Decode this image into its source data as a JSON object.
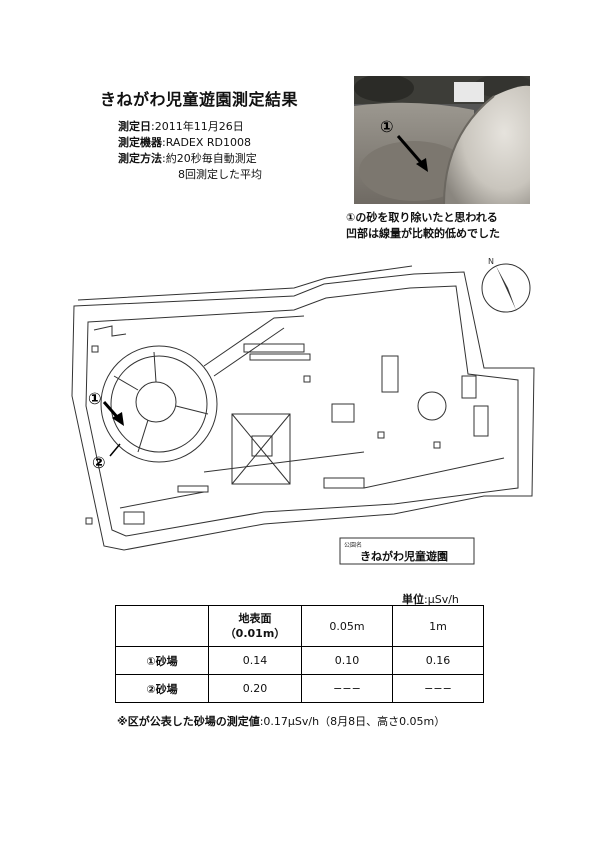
{
  "title": "きねがわ児童遊園測定結果",
  "info": {
    "date_label": "測定日",
    "date_value": "2011年11月26日",
    "device_label": "測定機器",
    "device_value": "RADEX RD1008",
    "method_label": "測定方法",
    "method_value": "約20秒毎自動測定",
    "method_value_2": "8回測定した平均"
  },
  "photo": {
    "marker": "①"
  },
  "caption": {
    "line1": "①の砂を取り除いたと思われる",
    "line2": "凹部は線量が比較的低めでした"
  },
  "map": {
    "park_name_label": "公園名",
    "park_name": "きねがわ児童遊園",
    "marker1": "①",
    "marker2": "②",
    "north": "N"
  },
  "unit": {
    "label": "単位",
    "value": "μSv/h"
  },
  "table": {
    "headers": [
      "",
      "地表面\n（0.01m）",
      "0.05m",
      "1m"
    ],
    "rows": [
      {
        "label": "①砂場",
        "values": [
          "0.14",
          "0.10",
          "0.16"
        ]
      },
      {
        "label": "②砂場",
        "values": [
          "0.20",
          "−−−",
          "−−−"
        ]
      }
    ]
  },
  "note": {
    "prefix": "※区が公表した砂場の測定値",
    "value": ":0.17μSv/h（8月8日、高さ0.05m）"
  }
}
